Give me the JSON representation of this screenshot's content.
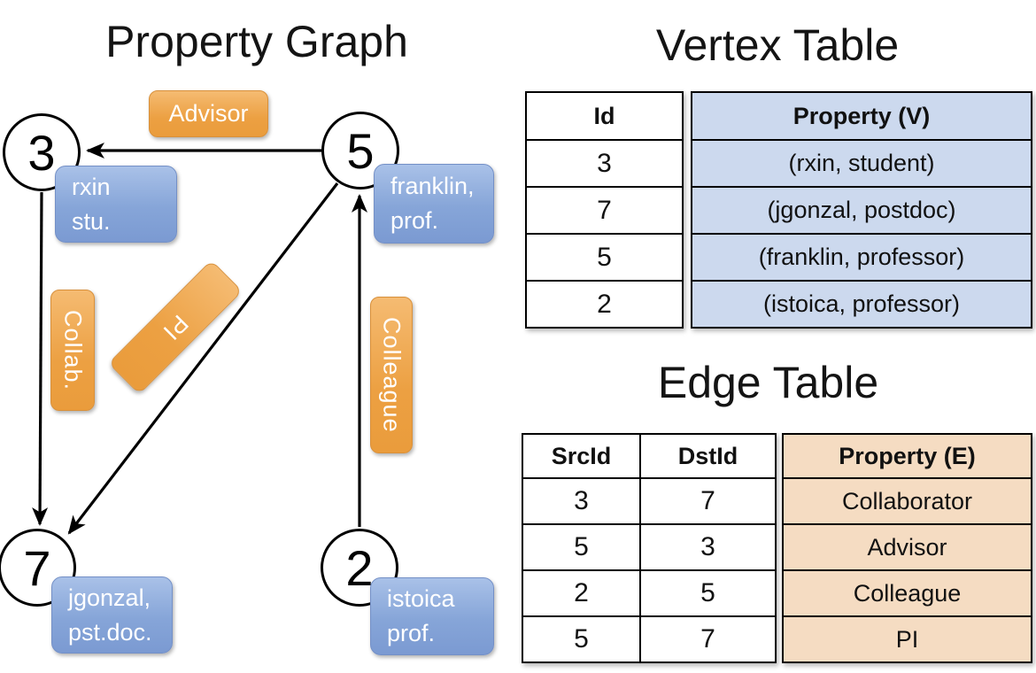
{
  "titles": {
    "graph": "Property Graph",
    "vertex_table": "Vertex Table",
    "edge_table": "Edge Table"
  },
  "graph": {
    "nodes": [
      {
        "id": "3",
        "prop_line1": "rxin",
        "prop_line2": "stu."
      },
      {
        "id": "5",
        "prop_line1": "franklin,",
        "prop_line2": "prof."
      },
      {
        "id": "7",
        "prop_line1": "jgonzal,",
        "prop_line2": "pst.doc."
      },
      {
        "id": "2",
        "prop_line1": "istoica",
        "prop_line2": "prof."
      }
    ],
    "edge_pills": [
      {
        "label": "Advisor",
        "from": "5",
        "to": "3"
      },
      {
        "label": "Collab.",
        "from": "3",
        "to": "7"
      },
      {
        "label": "PI",
        "from": "5",
        "to": "7"
      },
      {
        "label": "Colleague",
        "from": "2",
        "to": "5"
      }
    ]
  },
  "vertex_table": {
    "headers": [
      "Id",
      "Property (V)"
    ],
    "rows": [
      [
        "3",
        "(rxin, student)"
      ],
      [
        "7",
        "(jgonzal, postdoc)"
      ],
      [
        "5",
        "(franklin, professor)"
      ],
      [
        "2",
        "(istoica, professor)"
      ]
    ]
  },
  "edge_table": {
    "headers": [
      "SrcId",
      "DstId",
      "Property (E)"
    ],
    "rows": [
      [
        "3",
        "7",
        "Collaborator"
      ],
      [
        "5",
        "3",
        "Advisor"
      ],
      [
        "2",
        "5",
        "Colleague"
      ],
      [
        "5",
        "7",
        "PI"
      ]
    ]
  },
  "colors": {
    "edge_accent": "#eca042",
    "vertex_accent": "#86a5d8",
    "vertex_table_fill": "#ccd9ee",
    "edge_table_fill": "#f5dcc2",
    "line": "#000000"
  }
}
